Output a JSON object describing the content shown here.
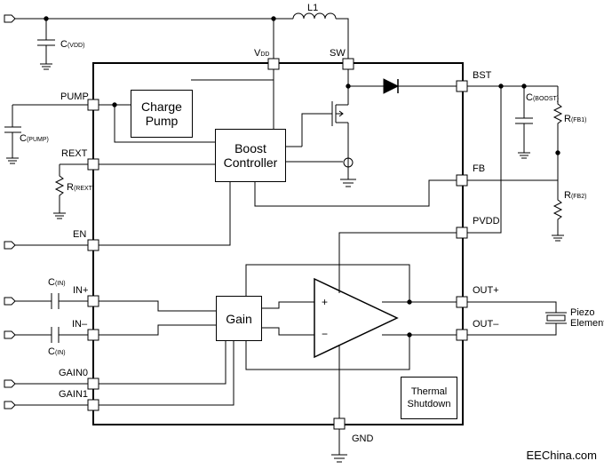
{
  "blocks": {
    "charge_pump": [
      "Charge",
      "Pump"
    ],
    "boost_controller": [
      "Boost",
      "Controller"
    ],
    "gain": "Gain",
    "thermal_shutdown": [
      "Thermal",
      "Shutdown"
    ]
  },
  "pins": {
    "vdd": {
      "main": "V",
      "sub": "DD"
    },
    "sw": "SW",
    "pump": "PUMP",
    "rext": "REXT",
    "en": "EN",
    "in_plus": "IN+",
    "in_minus": "IN–",
    "gain0": "GAIN0",
    "gain1": "GAIN1",
    "bst": "BST",
    "fb": "FB",
    "pvdd": "PVDD",
    "out_plus": "OUT+",
    "out_minus": "OUT–",
    "gnd": "GND"
  },
  "components": {
    "inductor": "L1",
    "c_vdd": {
      "main": "C",
      "sub": "(VDD)"
    },
    "c_pump": {
      "main": "C",
      "sub": "(PUMP)"
    },
    "r_rext": {
      "main": "R",
      "sub": "(REXT)"
    },
    "c_in_plus": {
      "main": "C",
      "sub": "(IN)"
    },
    "c_in_minus": {
      "main": "C",
      "sub": "(IN)"
    },
    "c_boost": {
      "main": "C",
      "sub": "(BOOST)"
    },
    "r_fb1": {
      "main": "R",
      "sub": "(FB1)"
    },
    "r_fb2": {
      "main": "R",
      "sub": "(FB2)"
    },
    "piezo": [
      "Piezo",
      "Element"
    ]
  },
  "amp_signs": {
    "plus": "+",
    "minus": "−"
  },
  "watermark": "EEChina.com"
}
